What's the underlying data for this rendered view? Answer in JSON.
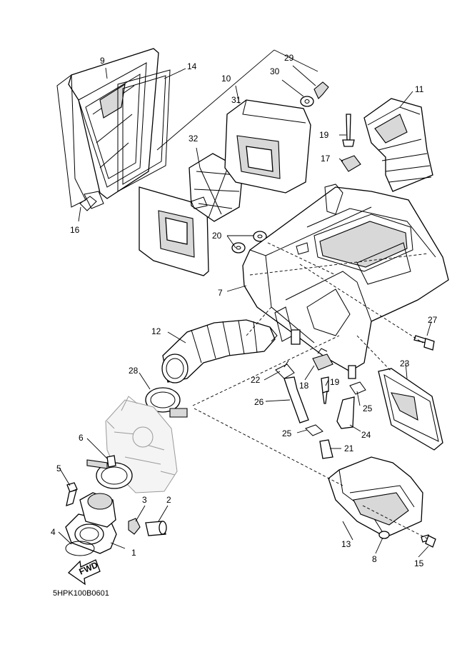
{
  "callouts": [
    "1",
    "2",
    "3",
    "4",
    "5",
    "6",
    "7",
    "8",
    "9",
    "10",
    "11",
    "12",
    "13",
    "14",
    "15",
    "16",
    "17",
    "18",
    "19",
    "19",
    "20",
    "21",
    "22",
    "23",
    "24",
    "25",
    "25",
    "26",
    "27",
    "28",
    "29",
    "30",
    "31",
    "32"
  ],
  "fwd_label": "FWD",
  "drawing_code": "5HPK100B0601"
}
